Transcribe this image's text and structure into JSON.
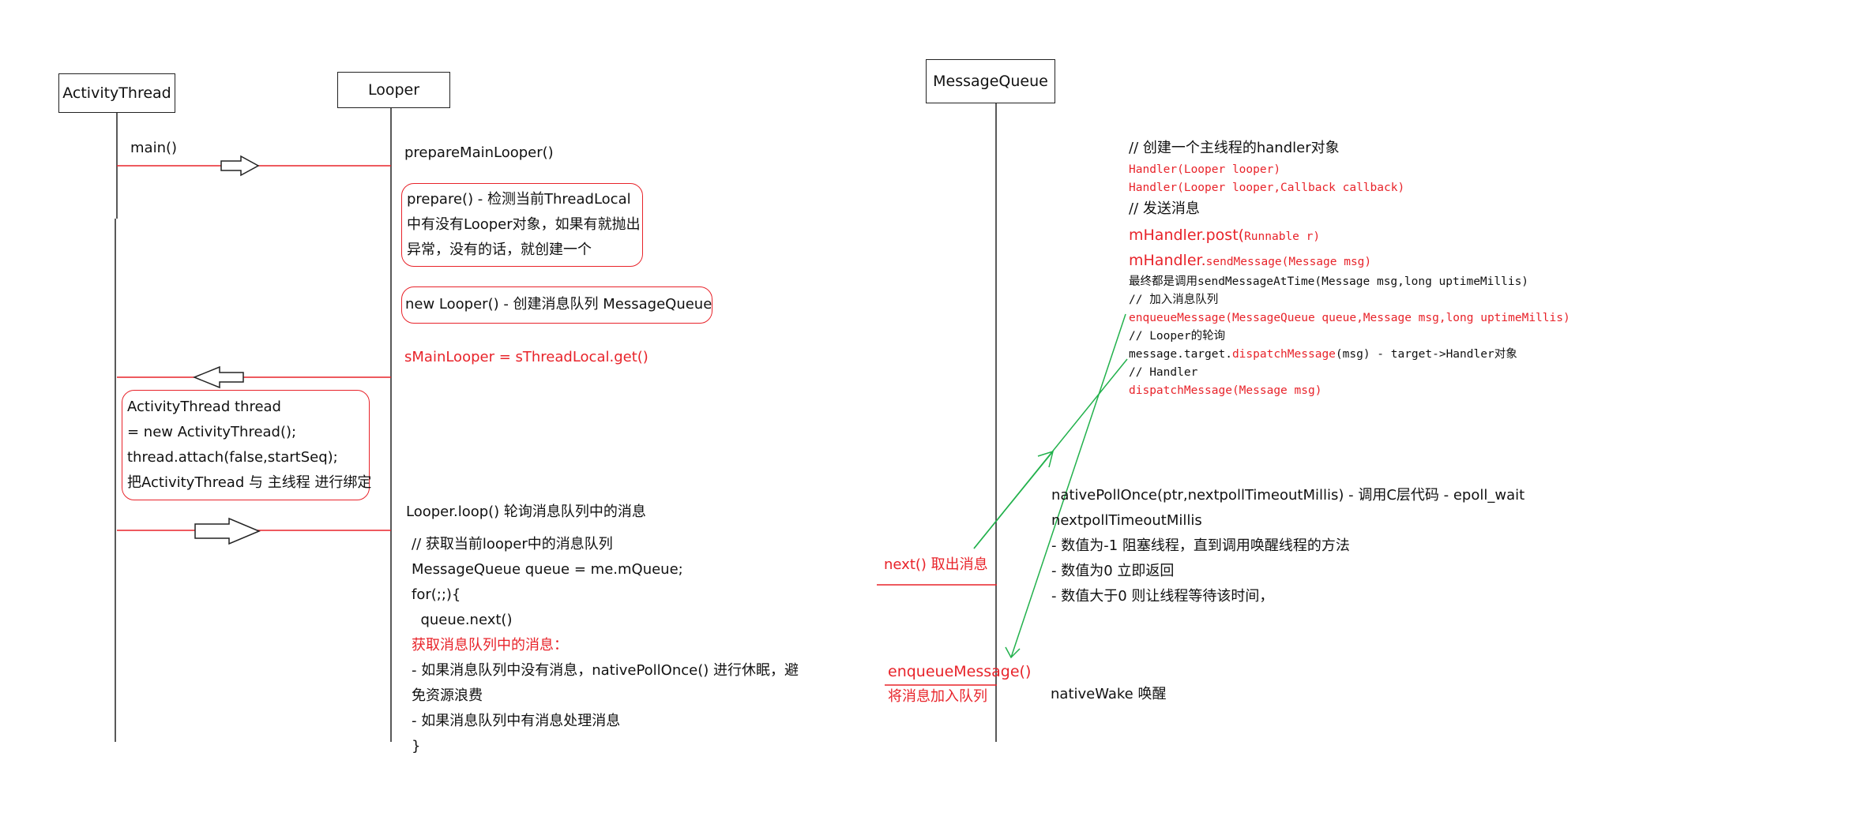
{
  "lifelines": {
    "activity_thread": "ActivityThread",
    "looper": "Looper",
    "message_queue": "MessageQueue"
  },
  "activity_thread_col": {
    "main_call": "main()",
    "attach_block": [
      "ActivityThread thread",
      "= new ActivityThread();",
      "thread.attach(false,startSeq);",
      "把ActivityThread 与 主线程 进行绑定"
    ]
  },
  "looper_col": {
    "prepare_main_looper": "prepareMainLooper()",
    "prepare_block": [
      "prepare() - 检测当前ThreadLocal",
      "中有没有Looper对象，如果有就抛出",
      "异常，没有的话，就创建一个"
    ],
    "new_looper": "new Looper() - 创建消息队列 MessageQueue",
    "s_main_looper": "sMainLooper = sThreadLocal.get()",
    "loop_title": "Looper.loop() 轮询消息队列中的消息",
    "loop_body_1": [
      "// 获取当前looper中的消息队列",
      "MessageQueue queue = me.mQueue;",
      "for(;;){",
      "  queue.next()"
    ],
    "loop_red": "获取消息队列中的消息：",
    "loop_body_2": [
      "- 如果消息队列中没有消息，nativePollOnce() 进行休眠，避",
      "免资源浪费",
      "- 如果消息队列中有消息处理消息",
      "}"
    ]
  },
  "queue_col": {
    "next_label": "next() 取出消息",
    "enqueue_label": "enqueueMessage()",
    "enqueue_sub": "将消息加入队列"
  },
  "handler_notes": {
    "comment_create": "// 创建一个主线程的handler对象",
    "ctor_1": "Handler(Looper looper)",
    "ctor_2": "Handler(Looper looper,Callback callback)",
    "comment_send": "// 发送消息",
    "post_name": "mHandler.post(",
    "post_args": "Runnable r)",
    "send_name": "mHandler.",
    "send_args": "sendMessage(Message msg)",
    "final_prefix": "最终都是调用",
    "final_call": "sendMessageAtTime(Message msg,long uptimeMillis)",
    "comment_enqueue": "// 加入消息队列",
    "enqueue_call": "enqueueMessage(MessageQueue queue,Message msg,long uptimeMillis)",
    "comment_loop": "// Looper的轮询",
    "dispatch_prefix": "message.target.",
    "dispatch_red": "dispatchMessage",
    "dispatch_suffix": "(msg) - target->Handler对象",
    "comment_handler": "// Handler",
    "dispatch_call": "dispatchMessage(Message msg)"
  },
  "native_notes": {
    "poll_once": "nativePollOnce(ptr,nextpollTimeoutMillis) - 调用C层代码 - epoll_wait",
    "timeout_title": "nextpollTimeoutMillis",
    "timeout_rules": [
      "- 数值为-1 阻塞线程，直到调用唤醒线程的方法",
      "- 数值为0 立即返回",
      "- 数值大于0 则让线程等待该时间，"
    ],
    "native_wake": "nativeWake 唤醒"
  },
  "colors": {
    "accent_red": "#e8232a",
    "green": "#22b14c",
    "ink": "#222222"
  }
}
